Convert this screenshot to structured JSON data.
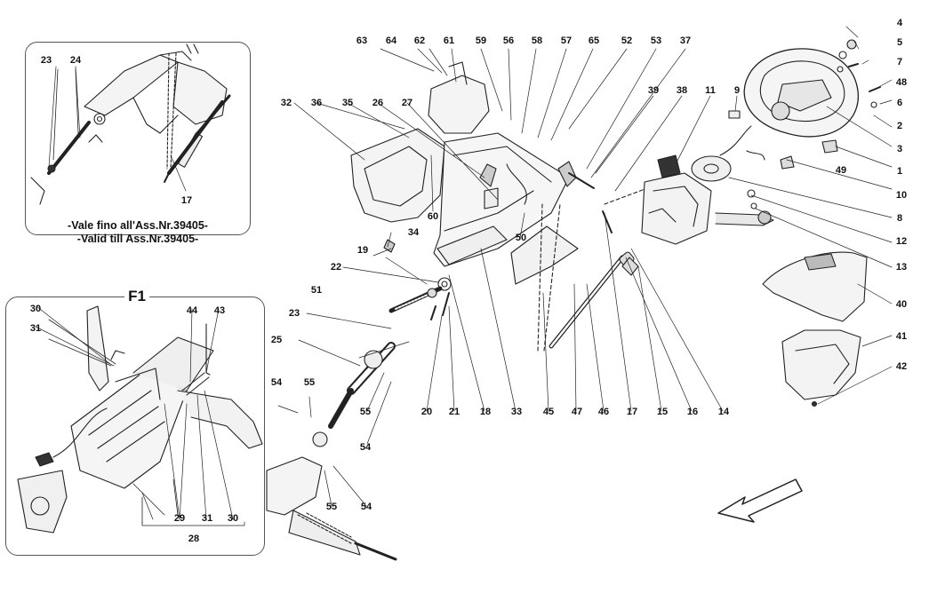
{
  "inset_top": {
    "caption_line1": "-Vale fino all'Ass.Nr.39405-",
    "caption_line2": "-Valid till Ass.Nr.39405-",
    "labels": [
      "23",
      "24",
      "17"
    ]
  },
  "inset_f1": {
    "title": "F1",
    "labels": [
      "30",
      "31",
      "44",
      "43",
      "29",
      "31",
      "30",
      "28"
    ]
  },
  "callouts": [
    "63",
    "64",
    "62",
    "61",
    "59",
    "56",
    "58",
    "57",
    "65",
    "52",
    "53",
    "37",
    "32",
    "36",
    "35",
    "26",
    "27",
    "39",
    "38",
    "11",
    "9",
    "4",
    "5",
    "7",
    "48",
    "6",
    "2",
    "3",
    "1",
    "49",
    "10",
    "8",
    "12",
    "13",
    "60",
    "34",
    "50",
    "19",
    "22",
    "51",
    "23",
    "25",
    "54",
    "55",
    "55",
    "54",
    "20",
    "21",
    "18",
    "33",
    "45",
    "47",
    "46",
    "17",
    "15",
    "16",
    "14",
    "40",
    "41",
    "42",
    "54",
    "55",
    "54"
  ]
}
